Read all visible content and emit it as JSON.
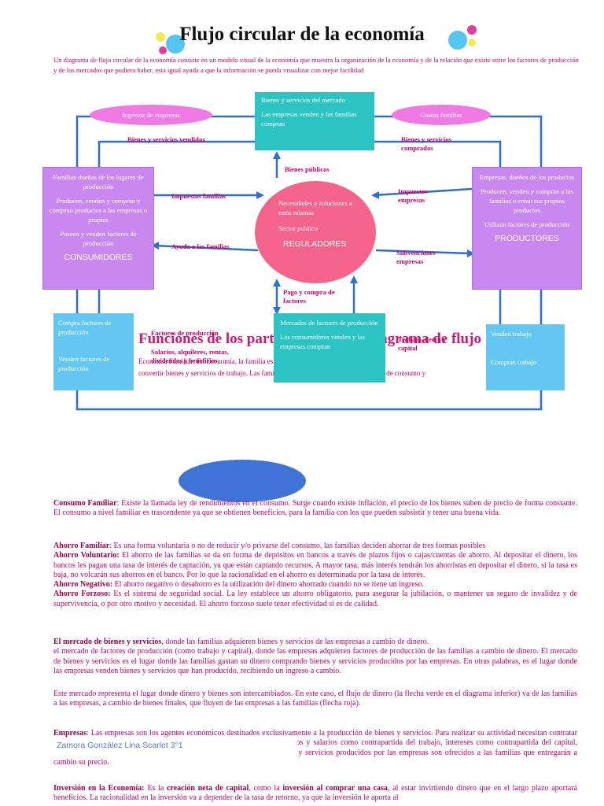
{
  "title": "Flujo circular de la economía",
  "intro": "Un diagrama de flujo circular de la economía consiste en un modelo visual de la economía que muestra la organización de la economía y de la relación que existe entre los factores de producción y de los mercados que pudiera haber, esta igual ayuda a que la información se pueda visualizar con mejor facilidad",
  "diagram": {
    "bienes_mercado": {
      "title": "Bienes y servicios del mercado",
      "body": "Las empresas venden y las familias compran"
    },
    "ingresos_empresas": "Ingresos de empresas",
    "gastos_familias": "Gastos familias",
    "consumidores": {
      "p1": "Familias dueñas de los lugares de producción",
      "p2": "Producen, venden y compran y compran productos a las empresas o propios",
      "p3": "Poseen y venden factores de producción",
      "label": "CONSUMIDORES"
    },
    "productores": {
      "p1": "Empresas, dueños de los productos",
      "p2": "Producen, venden y compran a las familias o crean sus propios productos",
      "p3": "Utilizan factores de producción",
      "label": "PRODUCTORES"
    },
    "reguladores": {
      "p1": "Necesidades y soluciones a estas mismas",
      "p2": "Sector publico",
      "label": "REGULADORES"
    },
    "mercados_factores": {
      "title": "Mercados de factores de producción",
      "body": "Los consumidores venden y las empresas compran"
    },
    "compra_factores": {
      "p1": "Compra factores de producción",
      "p2": "Venden factores de producción"
    },
    "venden_trabajo": {
      "p1": "Venden trabajo",
      "p2": "Compran trabajo"
    },
    "labels": {
      "bienes_vendidos": "Bienes y servicios vendidos",
      "bienes_comprados": "Bienes y servicios comprados",
      "bienes_publicos": "Bienes públicos",
      "impuestos_familias": "Impuestos familias",
      "impuestos_empresas": "Impuestos empresas",
      "ayuda_familias": "Ayuda a las familias",
      "subvenciones_empresas": "Subvenciones empresas",
      "pago_compra": "Pago y compra de factores",
      "factores_produccion": "Factores de producción",
      "salarios": "Salarios, alquileres, rentas, dividendos y beneficios",
      "trabajo_capital": "Trabajo, tierra y capital"
    },
    "ghost_heading": "Funciones de los participantes en el diagrama de flujo",
    "ghost_text_1": "Economía Familiar: En Economía, la familia es el agente económico cuya función es",
    "ghost_text_2": "convertir bienes y servicios de trabajo. Las familias constituyen los principales agentes de consumo y"
  },
  "footer_name": "Zamora González Lina Scarlet 3°1",
  "article": {
    "consumo": {
      "term": "Consumo Familiar",
      "text": ": Existe la llamada ley de rendimientos en el consumo. Surge cuando existe inflación, el precio de los bienes suben de precio de forma constante. El consumo a nivel familiar es trascendente ya que se obtienen beneficios, para la familia con los que pueden subsistir y tener una buena vida."
    },
    "ahorro_familiar": {
      "term": "Ahorro Familiar",
      "text": ": Es una forma voluntaria o no de reducir y/o privarse del consumo, las familias deciden ahorrar de tres formas posibles"
    },
    "ahorro_voluntario": {
      "term": "Ahorro Voluntario:",
      "text": " El ahorro de las familias se da en forma de depósitos en bancos a través de plazos fijos o cajas/cuentas de ahorro. Al depositar el dinero, los bancos les pagan una tasa de interés de captación, ya que están captando recursos. A mayor tasa, más interés tendrán los ahorristas en depositar el dinero, si la tasa es baja, no volcarán sus ahorros en el banco. Por lo que la racionalidad en el ahorro es determinada por la tasa de interés."
    },
    "ahorro_negativo": {
      "term": "Ahorro Negativo:",
      "text": " El ahorro negativo o desahorro es la utilización del dinero ahorrado cuando no se tiene un ingreso."
    },
    "ahorro_forzoso": {
      "term": "Ahorro Forzoso:",
      "text": " Es el sistema de seguridad social. La ley establece un ahorro obligatorio, para asegurar la jubilación, o mantener un seguro de invalidez y de supervivencia, o por otro motivo y necesidad. El ahorro forzoso suele tener efectividad si es de calidad."
    },
    "mercado_bienes": {
      "term": "El mercado de bienes y servicios",
      "text": ", donde las familias adquieren bienes y servicios de las empresas a cambio de dinero."
    },
    "mercado_factores": "el mercado de factores de producción (como trabajo y capital), donde las empresas adquieren factores de producción de las familias a cambio de dinero. El mercado de bienes y servicios es el lugar donde las familias gastan su dinero comprando bienes y servicios producidos por las empresas. En otras palabras, es el lugar donde las empresas venden bienes y servicios que han producido, recibiendo un ingreso a cambio.",
    "intercambio": "Este mercado representa el lugar donde dinero y bienes son intercambiados. En este caso, el flujo de dinero (la flecha verde en el diagrama inferior) va de las familias a las empresas, a cambio de bienes finales, que fluyen de las empresas a las familias (flecha roja).",
    "empresas": {
      "term": "Empresas",
      "text": ": Las empresas son los agentes económicos destinados exclusivamente a la producción de bienes y servicios. Para realizar su actividad necesitan contratar los factores de las familias. A cambio de ellos pagarán unas rentas: sueldos y salarios como contrapartida del trabajo, intereses como contrapartida del capital, alquileres o simplemente renta como contrapartida de la tierra. Los bienes y servicios producidos por las empresas son ofrecidos a las familias que entregarán a cambio su precio."
    },
    "inversion": {
      "term": "Inversión en la Economía:",
      "text1": " Es la ",
      "bold1": "creación neta de capital",
      "text2": ", como la ",
      "bold2": "inversión al comprar una casa",
      "text3": ", al estar invirtiendo dinero que en el largo plazo aportará beneficios. La racionalidad en la inversión va a depender de la tasa de retorno, ya que la inversión le aporta al"
    }
  },
  "colors": {
    "line": "#2f6fd3",
    "purple": "#c987f0",
    "teal": "#2cc3c3",
    "pink_circle": "#f4638a",
    "ellipse": "#f07ae3",
    "sky": "#63c7f2",
    "blob": "#3f74d6",
    "text": "#cc0066"
  }
}
